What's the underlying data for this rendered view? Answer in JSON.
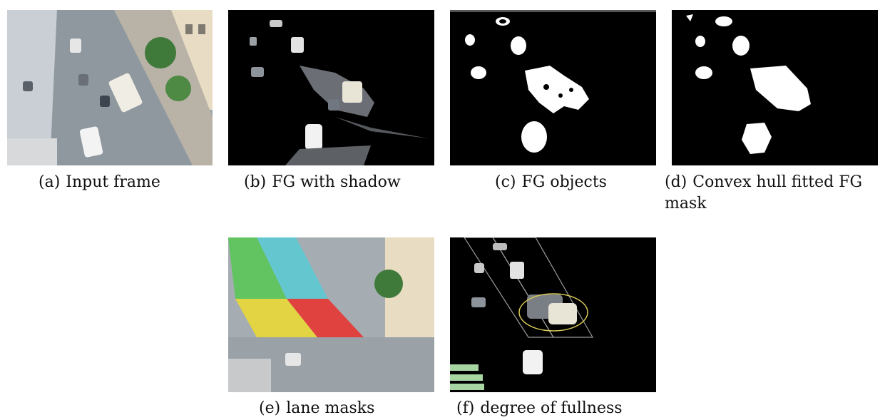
{
  "figure": {
    "subfigures": [
      {
        "id": "a",
        "label": "(a)",
        "caption": "Input frame"
      },
      {
        "id": "b",
        "label": "(b)",
        "caption": "FG with shadow"
      },
      {
        "id": "c",
        "label": "(c)",
        "caption": "FG objects"
      },
      {
        "id": "d",
        "label": "(d)",
        "caption": "Convex hull fitted FG mask"
      },
      {
        "id": "e",
        "label": "(e)",
        "caption": "lane masks"
      },
      {
        "id": "f",
        "label": "(f)",
        "caption": "degree of fullness"
      }
    ]
  },
  "colors": {
    "background": "#ffffff",
    "mask_black": "#000000",
    "mask_white": "#ffffff",
    "lane_green": "#5cc65a",
    "lane_cyan": "#5ec8d0",
    "lane_yellow": "#e8d73a",
    "lane_red": "#e53935"
  }
}
